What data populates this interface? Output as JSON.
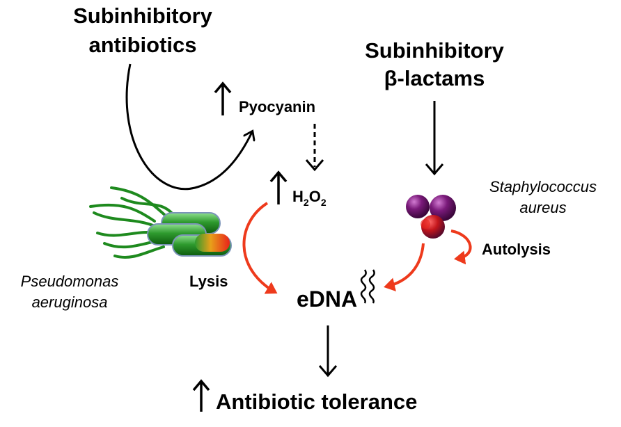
{
  "labels": {
    "subinhibitory_antibiotics": [
      "Subinhibitory",
      "antibiotics"
    ],
    "subinhibitory_beta_lactams": [
      "Subinhibitory",
      "β-lactams"
    ],
    "pyocyanin": "Pyocyanin",
    "h2o2": {
      "base": "H",
      "sub1": "2",
      "mid": "O",
      "sub2": "2"
    },
    "pseudomonas": [
      "Pseudomonas",
      "aeruginosa"
    ],
    "staphylococcus": [
      "Staphylococcus",
      "aureus"
    ],
    "lysis": "Lysis",
    "autolysis": "Autolysis",
    "edna": "eDNA",
    "antibiotic_tolerance": "Antibiotic tolerance"
  },
  "colors": {
    "black_arrow": "#000000",
    "red_arrow": "#ee3a1c",
    "pseudomonas_green": "#2e9a2e",
    "flagella_green": "#1e8a1e",
    "staph_purple": "#7a1a7a",
    "lysis_red": "#e8231a"
  }
}
